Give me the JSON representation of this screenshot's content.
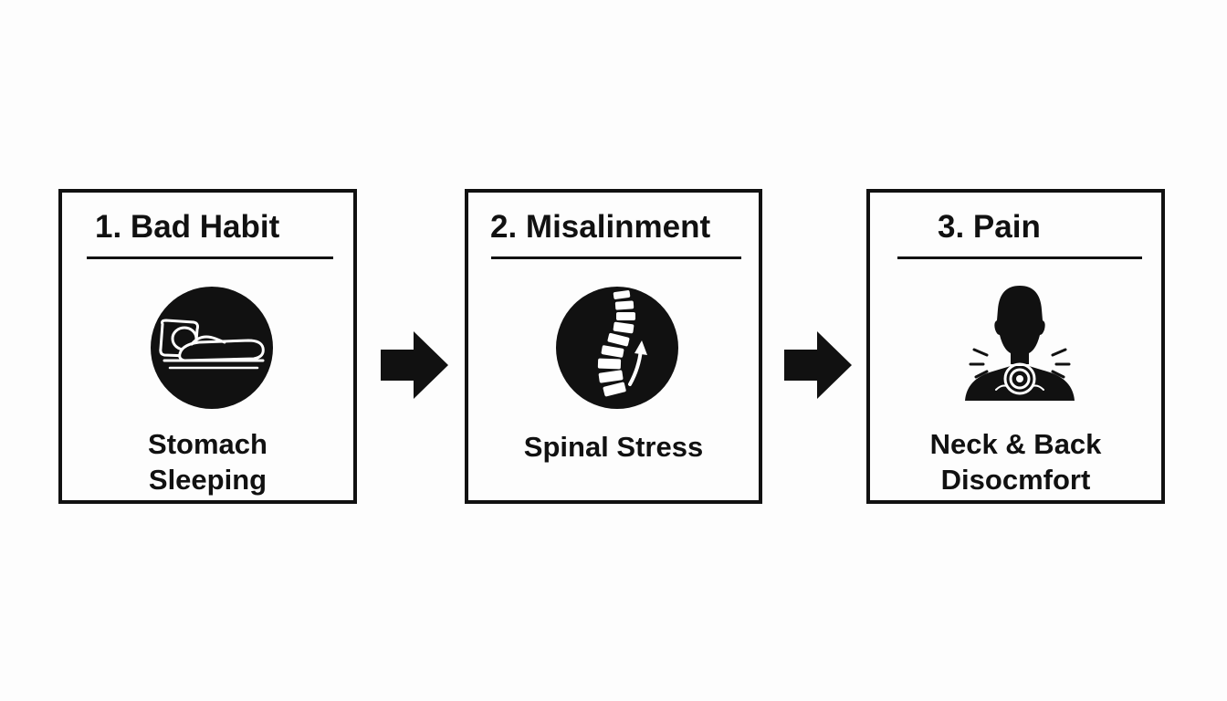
{
  "steps": [
    {
      "title": "1. Bad Habit",
      "icon": "stomach-sleeping-icon",
      "label_line1": "Stomach",
      "label_line2": "Sleeping"
    },
    {
      "title": "2. Misalinment",
      "icon": "spine-stress-icon",
      "label_line1": "Spinal Stress",
      "label_line2": ""
    },
    {
      "title": "3. Pain",
      "icon": "neck-pain-icon",
      "label_line1": "Neck & Back",
      "label_line2": "Disocmfort"
    }
  ],
  "colors": {
    "ink": "#111111",
    "background": "#fdfdfd"
  }
}
